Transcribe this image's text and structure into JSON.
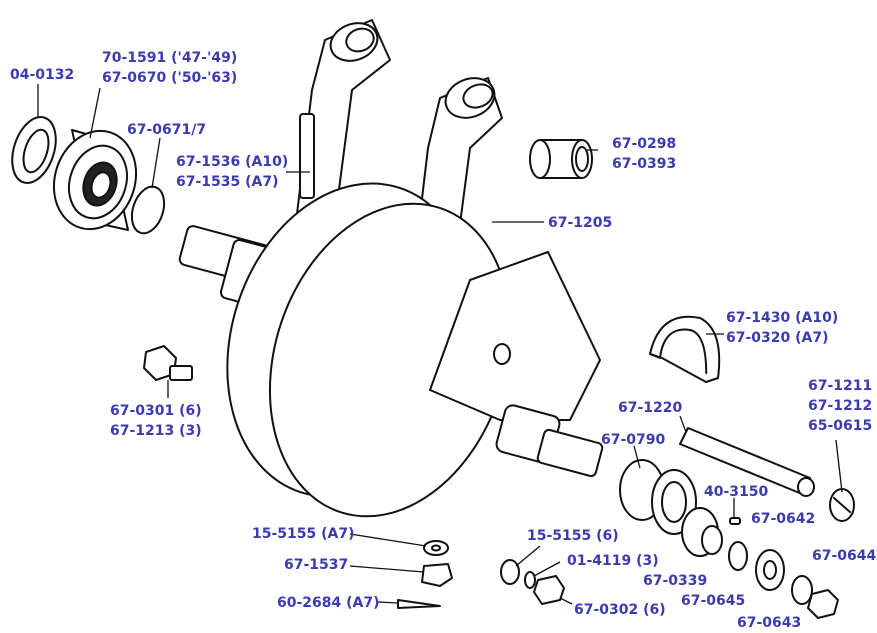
{
  "diagram": {
    "subject": "crankshaft assembly exploded view",
    "label_color": "#3b3bb0",
    "line_color": "#111111"
  },
  "labels": {
    "p04_0132": "04-0132",
    "p70_1591": "70-1591 ('47-'49)",
    "p67_0670": "67-0670 ('50-'63)",
    "p67_0671": "67-0671/7",
    "p67_1536": "67-1536 (A10)",
    "p67_1535": "67-1535 (A7)",
    "p67_0298": "67-0298",
    "p67_0393": "67-0393",
    "p67_1205": "67-1205",
    "p67_1430": "67-1430 (A10)",
    "p67_0320": "67-0320 (A7)",
    "p67_1211": "67-1211",
    "p67_1212": "67-1212",
    "p65_0615": "65-0615",
    "p67_1220": "67-1220",
    "p67_0301": "67-0301 (6)",
    "p67_1213": "67-1213 (3)",
    "p67_0790": "67-0790",
    "p40_3150": "40-3150",
    "p67_0642": "67-0642",
    "p15_5155a": "15-5155 (A7)",
    "p15_5155b": "15-5155 (6)",
    "p01_4119": "01-4119 (3)",
    "p67_1537": "67-1537",
    "p67_0339": "67-0339",
    "p67_0644": "67-0644",
    "p67_0645": "67-0645",
    "p60_2684": "60-2684 (A7)",
    "p67_0302": "67-0302 (6)",
    "p67_0643": "67-0643"
  }
}
